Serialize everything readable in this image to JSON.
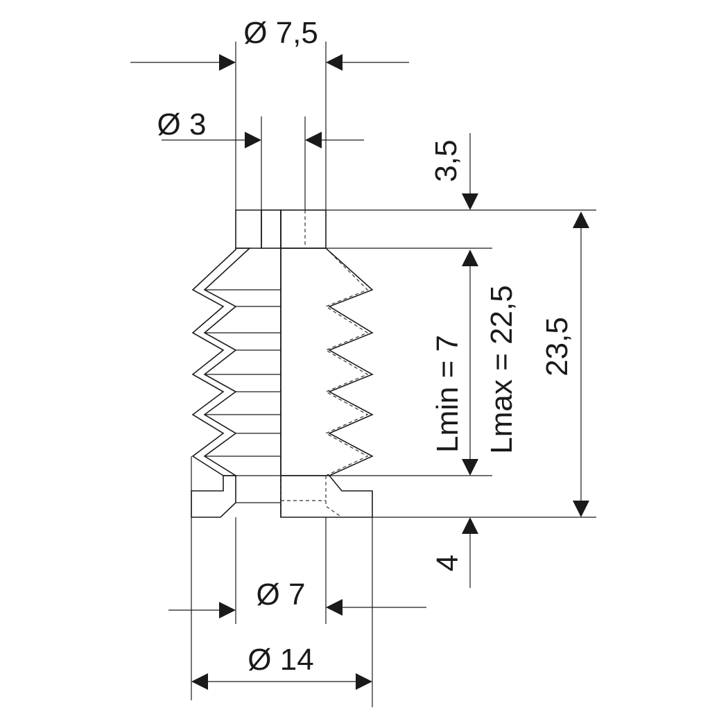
{
  "dimensions": {
    "top_outer_diameter": "Ø 7,5",
    "top_inner_diameter": "Ø 3",
    "top_collar_height": "3,5",
    "l_min": "Lmin = 7",
    "l_max": "Lmax = 22,5",
    "total_height": "23,5",
    "bottom_collar_height": "4",
    "bottom_inner_diameter": "Ø 7",
    "bottom_outer_diameter": "Ø 14"
  },
  "colors": {
    "section_fill": "#8c8c8c",
    "body_fill": "#d9d9d9",
    "body_highlight": "#f2f2f2",
    "line": "#1a1a1a"
  }
}
